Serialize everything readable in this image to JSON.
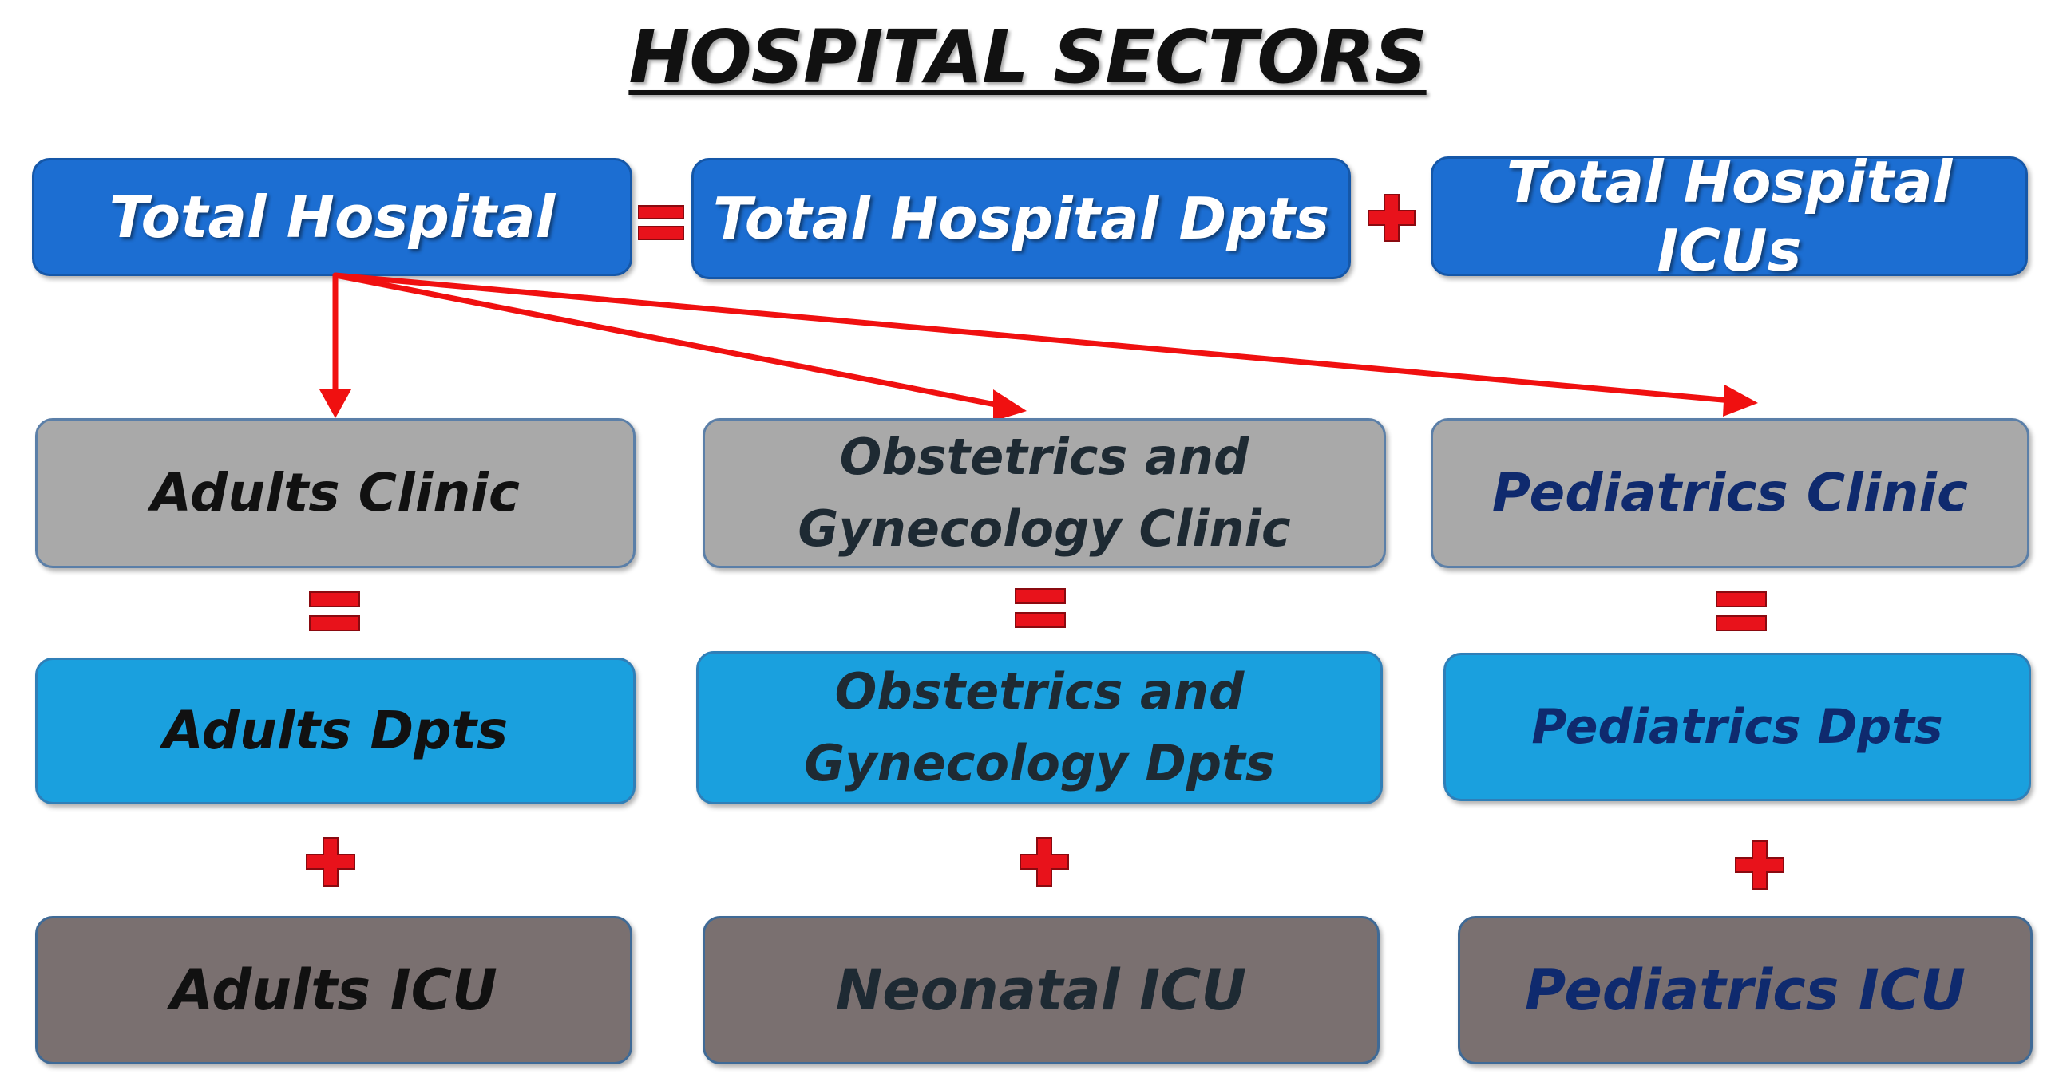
{
  "title": "HOSPITAL SECTORS",
  "top_row": {
    "total": "Total Hospital",
    "dpts": "Total Hospital Dpts",
    "icus": "Total Hospital ICUs"
  },
  "clinics": {
    "adults": "Adults Clinic",
    "obgyn_line1": "Obstetrics and",
    "obgyn_line2": "Gynecology Clinic",
    "pediatrics": "Pediatrics Clinic"
  },
  "dpts": {
    "adults": "Adults Dpts",
    "obgyn_line1": "Obstetrics and",
    "obgyn_line2": "Gynecology Dpts",
    "pediatrics": "Pediatrics Dpts"
  },
  "icus": {
    "adults": "Adults ICU",
    "neonatal": "Neonatal ICU",
    "pediatrics": "Pediatrics ICU"
  },
  "colors": {
    "top_box": "#1c6ed2",
    "clinic_box": "#a9a9a9",
    "dpts_box": "#1aa0de",
    "icu_box": "#7a7070",
    "operator_red": "#e8121b",
    "arrow_red": "#f01010"
  }
}
